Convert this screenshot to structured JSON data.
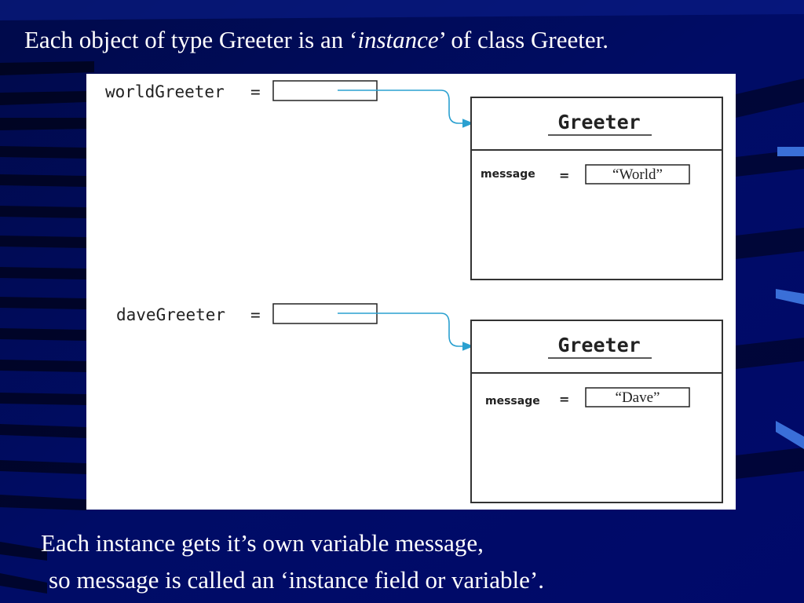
{
  "slide": {
    "title_before": "Each object of type Greeter is  an ‘",
    "title_italic": "instance",
    "title_after": "’ of class Greeter.",
    "caption_line1": "Each instance gets it’s own variable message,",
    "caption_line2": "so message is called an ‘instance field or variable’."
  },
  "diagram": {
    "objects": [
      {
        "var_label": "worldGreeter",
        "equals": "=",
        "class_name": "Greeter",
        "field_name": "message",
        "field_equals": "=",
        "field_value": "“World”"
      },
      {
        "var_label": "daveGreeter",
        "equals": "=",
        "class_name": "Greeter",
        "field_name": "message",
        "field_equals": "=",
        "field_value": "“Dave”"
      }
    ],
    "colors": {
      "arrow": "#2aa0d0",
      "box_stroke": "#222222",
      "text": "#222222"
    }
  },
  "colors": {
    "background": "#000a5a",
    "stripe": "#001a7a",
    "accent_bar": "#3a6fd8",
    "title_text": "#ffffff"
  }
}
